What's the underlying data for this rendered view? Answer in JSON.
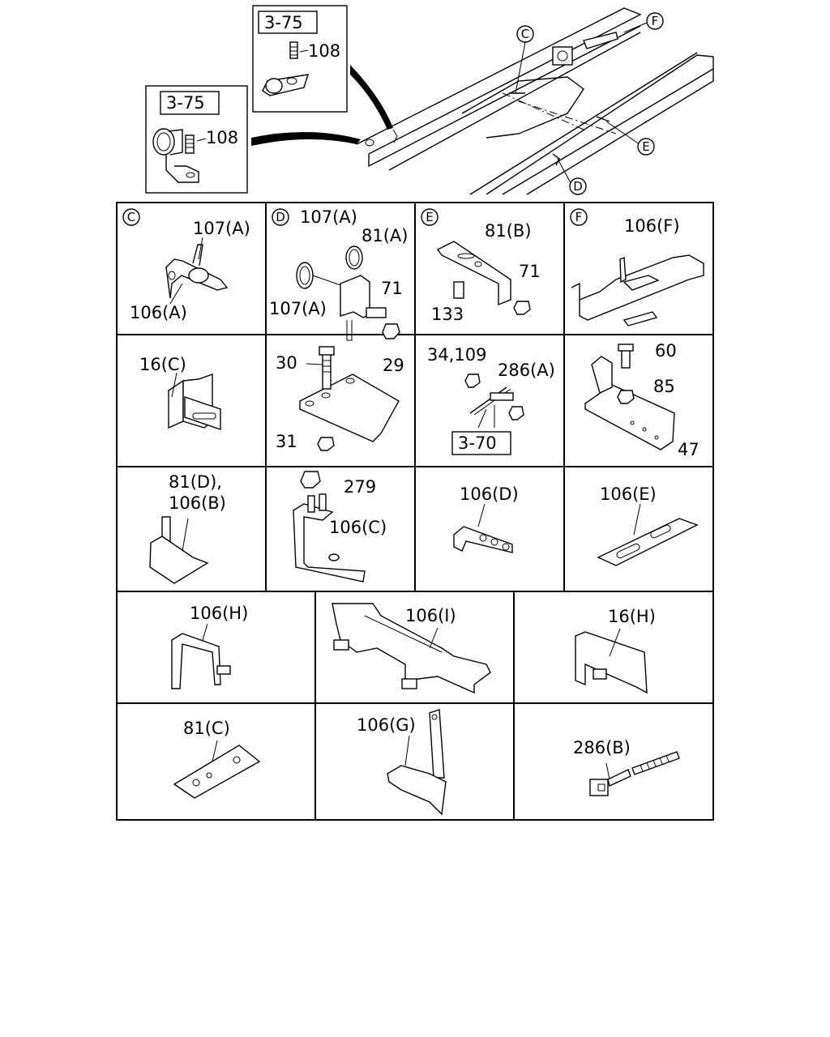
{
  "top": {
    "callout_left": {
      "ref": "3-75",
      "part": "108"
    },
    "callout_right": {
      "ref": "3-75",
      "part": "108"
    },
    "markers": [
      "C",
      "F",
      "E",
      "D"
    ]
  },
  "cells": {
    "c": {
      "key": "C",
      "labels": [
        "107(A)",
        "106(A)"
      ]
    },
    "d": {
      "key": "D",
      "labels": [
        "107(A)",
        "81(A)",
        "71",
        "107(A)"
      ]
    },
    "e": {
      "key": "E",
      "labels": [
        "81(B)",
        "71",
        "133"
      ]
    },
    "f": {
      "key": "F",
      "labels": [
        "106(F)"
      ]
    },
    "r2c1": {
      "labels": [
        "16(C)"
      ]
    },
    "r2c2": {
      "labels": [
        "30",
        "29",
        "31"
      ]
    },
    "r2c3": {
      "labels": [
        "34,109",
        "286(A)",
        "3-70"
      ]
    },
    "r2c4": {
      "labels": [
        "60",
        "85",
        "47"
      ]
    },
    "r3c1": {
      "labels": [
        "81(D),",
        "106(B)"
      ]
    },
    "r3c2": {
      "labels": [
        "279",
        "106(C)"
      ]
    },
    "r3c3": {
      "labels": [
        "106(D)"
      ]
    },
    "r3c4": {
      "labels": [
        "106(E)"
      ]
    },
    "r4c1": {
      "labels": [
        "106(H)"
      ]
    },
    "r4c2": {
      "labels": [
        "106(I)"
      ]
    },
    "r4c3": {
      "labels": [
        "16(H)"
      ]
    },
    "r5c1": {
      "labels": [
        "81(C)"
      ]
    },
    "r5c2": {
      "labels": [
        "106(G)"
      ]
    },
    "r5c3": {
      "labels": [
        "286(B)"
      ]
    }
  }
}
